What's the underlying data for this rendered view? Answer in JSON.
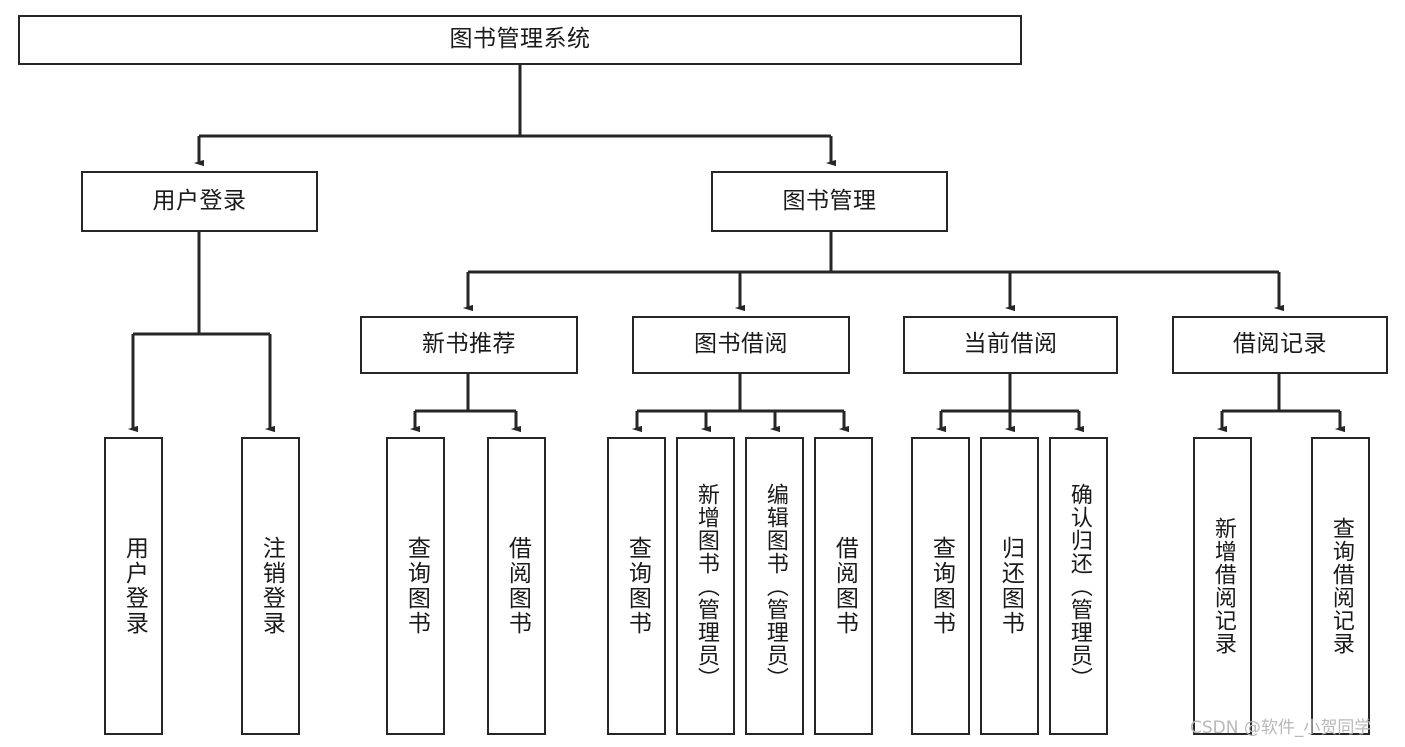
{
  "diagram": {
    "type": "tree-hierarchy-chart",
    "title": "图书管理系统",
    "colors": {
      "background": "#ffffff",
      "box_border": "#262626",
      "box_fill": "#ffffff",
      "edge": "#262626",
      "text": "#1a1a1a",
      "watermark": "#b9b9b9"
    },
    "root": {
      "label": "图书管理系统"
    },
    "level1": [
      {
        "label": "用户登录"
      },
      {
        "label": "图书管理"
      }
    ],
    "level2": [
      {
        "label": "新书推荐"
      },
      {
        "label": "图书借阅"
      },
      {
        "label": "当前借阅"
      },
      {
        "label": "借阅记录"
      }
    ],
    "leaves": {
      "user_login": [
        {
          "label": "用户登录"
        },
        {
          "label": "注销登录"
        }
      ],
      "new_book_recommend": [
        {
          "label": "查询图书"
        },
        {
          "label": "借阅图书"
        }
      ],
      "book_borrow": [
        {
          "label": "查询图书"
        },
        {
          "label": "新增图书（管理员）"
        },
        {
          "label": "编辑图书（管理员）"
        },
        {
          "label": "借阅图书"
        }
      ],
      "current_borrow": [
        {
          "label": "查询图书"
        },
        {
          "label": "归还图书"
        },
        {
          "label": "确认归还（管理员）"
        }
      ],
      "borrow_record": [
        {
          "label": "新增借阅记录"
        },
        {
          "label": "查询借阅记录"
        }
      ]
    }
  },
  "watermark": {
    "text": "CSDN @软件_小贺同学"
  }
}
